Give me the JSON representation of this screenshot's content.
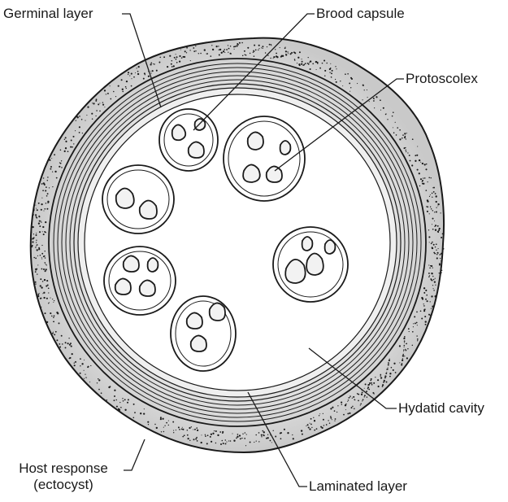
{
  "diagram": {
    "labels": {
      "germinal_layer": "Germinal layer",
      "brood_capsule": "Brood capsule",
      "protoscolex": "Protoscolex",
      "hydatid_cavity": "Hydatid cavity",
      "host_response_line1": "Host response",
      "host_response_line2": "(ectocyst)",
      "laminated_layer": "Laminated layer"
    },
    "colors": {
      "ink": "#1a1a1a",
      "ectocyst_fill": "#d9d9d9",
      "background": "#ffffff"
    }
  }
}
